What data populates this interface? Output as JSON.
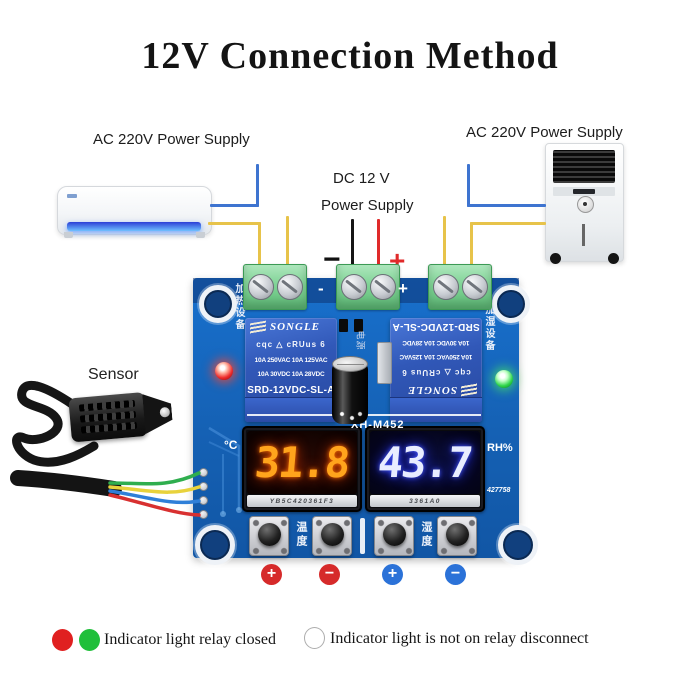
{
  "title": "12V Connection Method",
  "devices": {
    "left": {
      "label": "AC 220V Power Supply",
      "type": "air-conditioner"
    },
    "right": {
      "label": "AC 220V Power Supply",
      "type": "air-cooler"
    }
  },
  "dc_supply": {
    "line1": "DC 12 V",
    "line2": "Power Supply",
    "minus": "−",
    "plus": "+"
  },
  "sensor": {
    "label": "Sensor"
  },
  "board": {
    "model": "XH-M452",
    "serial": "427758",
    "power_silk": "电源",
    "terminal_minus": "-",
    "terminal_plus": "+",
    "heating_label": "加热设备",
    "humidify_label": "加湿设备",
    "temp_adjust_label": "温度",
    "humidity_adjust_label": "湿度",
    "relay": {
      "brand": "SONGLE",
      "certs": "cqc  △  cRUus  6",
      "rating_ac": "10A 250VAC  10A 125VAC",
      "rating_dc": "10A  30VDC   10A  28VDC",
      "model": "SRD-12VDC-SL-A"
    },
    "temp_display": {
      "value": "31.8",
      "unit": "°C",
      "part_no": "YB5C420361F3"
    },
    "humidity_display": {
      "value": "43.7",
      "unit": "RH%",
      "part_no": "3361A0"
    }
  },
  "adjust_buttons": {
    "temp_up": "+",
    "temp_down": "−",
    "hum_up": "+",
    "hum_down": "−"
  },
  "legend": {
    "closed": "Indicator light relay closed",
    "open": "Indicator light is not on  relay disconnect"
  },
  "colors": {
    "board_blue": "#1565b8",
    "relay_blue": "#2f55b4",
    "terminal_green": "#7fd395",
    "wire_yellow": "#e7c34a",
    "wire_blue": "#3e74d0",
    "wire_red": "#e02a2a",
    "wire_black": "#151515",
    "temp_digits": "#ffa41c",
    "humidity_digits": "#e8edff",
    "led_red": "#ef2b2b",
    "led_green": "#2fd64b"
  }
}
